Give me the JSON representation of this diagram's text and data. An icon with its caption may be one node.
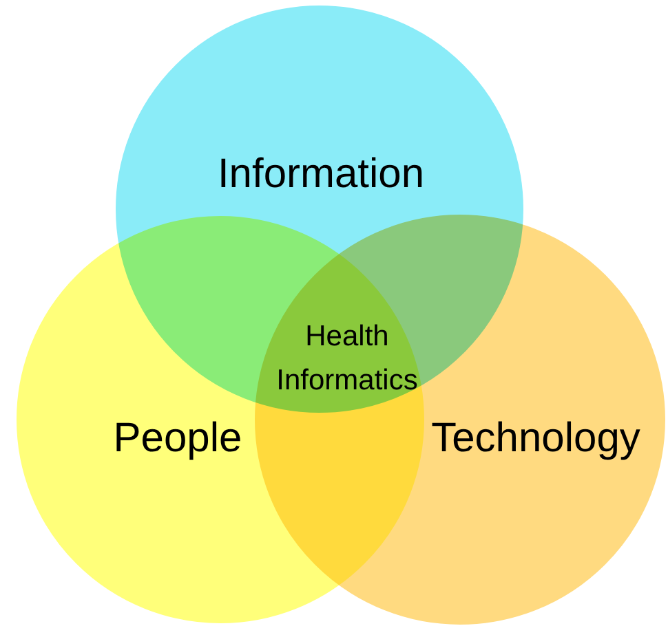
{
  "diagram": {
    "nodes": [
      {
        "text": [
          "Information"
        ]
      },
      {
        "text": [
          "People"
        ]
      },
      {
        "text": [
          "Technology"
        ]
      }
    ],
    "labels": [
      "Health Informatics"
    ]
  }
}
